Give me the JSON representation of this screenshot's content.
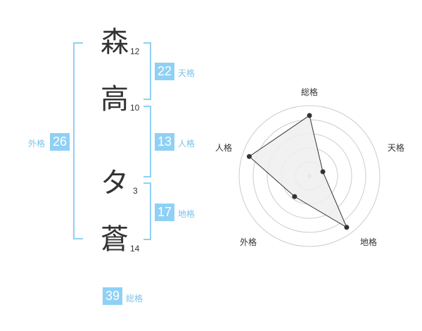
{
  "name": {
    "chars": [
      {
        "char": "森",
        "strokes": "12"
      },
      {
        "char": "高",
        "strokes": "10"
      },
      {
        "char": "タ",
        "strokes": "3"
      },
      {
        "char": "蒼",
        "strokes": "14"
      }
    ]
  },
  "fortune": {
    "tenkaku": {
      "value": "22",
      "label": "天格"
    },
    "jinkaku": {
      "value": "13",
      "label": "人格"
    },
    "chikaku": {
      "value": "17",
      "label": "地格"
    },
    "gaikaku": {
      "value": "26",
      "label": "外格"
    },
    "soukaku": {
      "value": "39",
      "label": "総格"
    }
  },
  "radar": {
    "axes": [
      "総格",
      "天格",
      "地格",
      "外格",
      "人格"
    ],
    "levels": 5,
    "values": [
      4.3,
      1.0,
      4.5,
      1.8,
      4.5
    ],
    "max": 5,
    "colors": {
      "fill": "#efefef",
      "stroke": "#333333",
      "grid": "#cccccc",
      "point": "#333333"
    }
  },
  "colors": {
    "accent": "#8fd0f5",
    "label": "#7cc3ea"
  }
}
